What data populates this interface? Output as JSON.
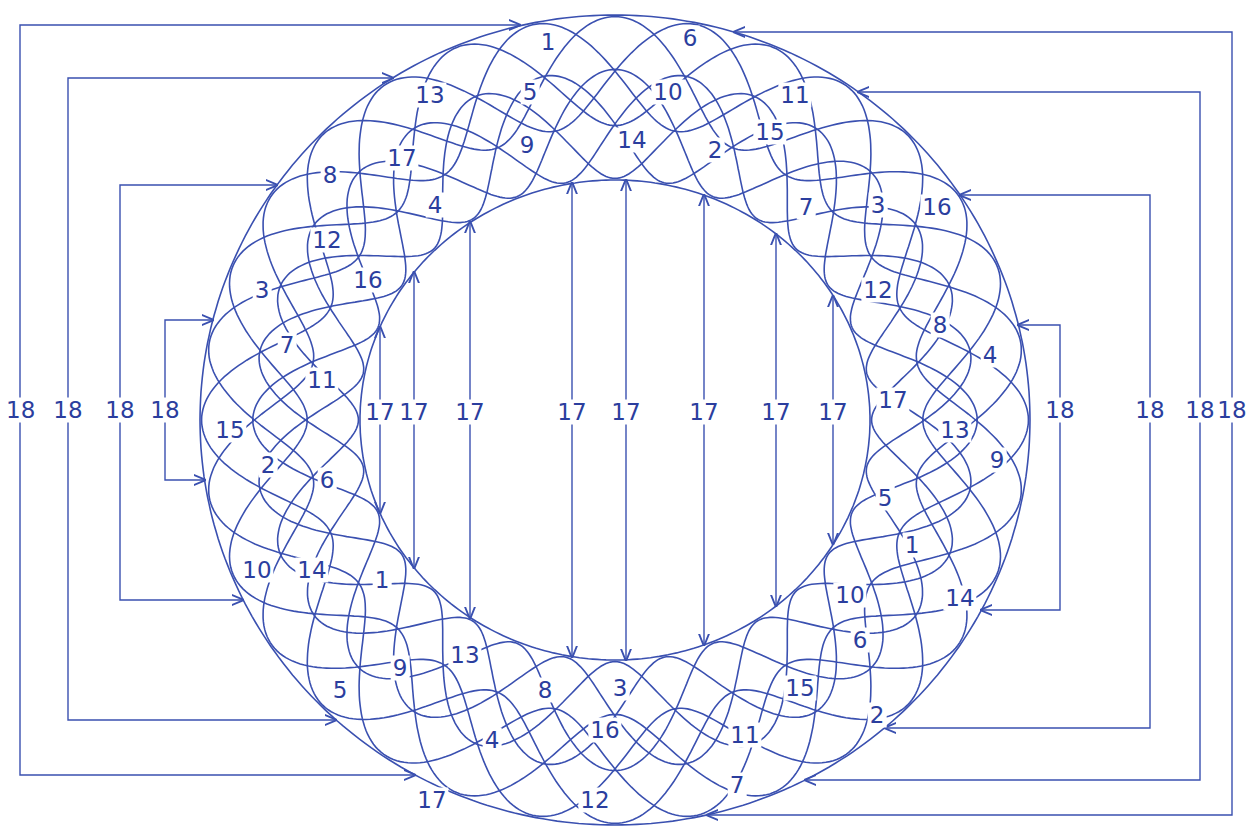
{
  "diagram": {
    "labels": [
      "1",
      "6",
      "13",
      "5",
      "10",
      "11",
      "8",
      "17",
      "9",
      "14",
      "2",
      "15",
      "12",
      "4",
      "7",
      "3",
      "16",
      "3",
      "16",
      "12",
      "8",
      "4",
      "7",
      "11",
      "15",
      "17",
      "13",
      "9",
      "2",
      "6",
      "5",
      "1",
      "10",
      "14",
      "1",
      "10",
      "14",
      "5",
      "9",
      "13",
      "8",
      "3",
      "15",
      "6",
      "4",
      "16",
      "11",
      "2",
      "17",
      "12",
      "7",
      "18",
      "18",
      "18",
      "18",
      "17",
      "17",
      "17",
      "17",
      "17",
      "17",
      "17",
      "17",
      "18",
      "18",
      "18",
      "18"
    ]
  }
}
